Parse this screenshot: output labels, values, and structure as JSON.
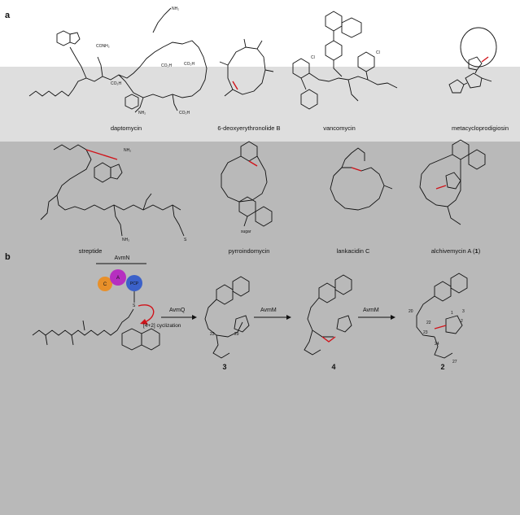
{
  "panels": {
    "a": "a",
    "b": "b"
  },
  "panel_a": {
    "compounds": [
      {
        "id": "daptomycin",
        "name": "daptomycin"
      },
      {
        "id": "deoxyerythronolide",
        "name": "6-deoxyerythronolide B"
      },
      {
        "id": "vancomycin",
        "name": "vancomycin"
      },
      {
        "id": "metacycloprodigiosin",
        "name": "metacycloprodigiosin"
      },
      {
        "id": "streptide",
        "name": "streptide"
      },
      {
        "id": "pyrroindomycin",
        "name": "pyrroindomycin"
      },
      {
        "id": "lankacidin",
        "name": "lankacidin C"
      },
      {
        "id": "alchivemycin",
        "name": "alchivemycin A (",
        "number": "1",
        "suffix": ")"
      }
    ],
    "atom_labels": {
      "conh2": "CONH₂",
      "nh2": "NH₂",
      "co2h": "CO₂H",
      "cl": "Cl",
      "sugar": "sugar",
      "s": "S"
    }
  },
  "panel_b": {
    "enzyme": {
      "name": "AvmN",
      "domains": [
        "C",
        "A",
        "PCP"
      ]
    },
    "arrows": [
      {
        "enzyme": "AvmQ",
        "note": "[4+2] cyclization"
      },
      {
        "enzyme": "AvmM",
        "note": ""
      },
      {
        "enzyme": "AvmM",
        "note": ""
      }
    ],
    "compound_numbers": [
      "3",
      "4",
      "2"
    ],
    "atom_numbers_3": [
      "23",
      "29"
    ],
    "atom_numbers_2": [
      "20",
      "22",
      "23",
      "24",
      "27",
      "2",
      "1",
      "3"
    ]
  },
  "colors": {
    "band_light": "#dedede",
    "band_mid": "#b9b9b9",
    "red_bond": "#d0131a",
    "domain_c": "#e8902a",
    "domain_a": "#b62fc0",
    "domain_pcp": "#3b61c9"
  }
}
